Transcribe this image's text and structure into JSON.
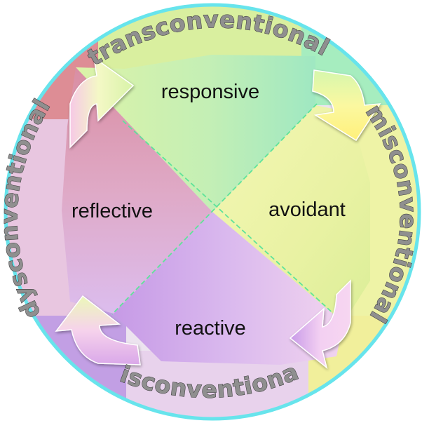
{
  "quadrants": {
    "top": "responsive",
    "right": "avoidant",
    "bottom": "reactive",
    "left": "reflective"
  },
  "ring_labels": {
    "top": "transconventional",
    "right": "misconventional",
    "bottom": "cisconventional",
    "left": "dysconventional"
  },
  "colors": {
    "rim": "#67e4ec",
    "responsive": "#bff0b6",
    "avoidant": "#eef5a8",
    "reactive": "#d4b0ec",
    "reflective": "#e0aecb"
  }
}
